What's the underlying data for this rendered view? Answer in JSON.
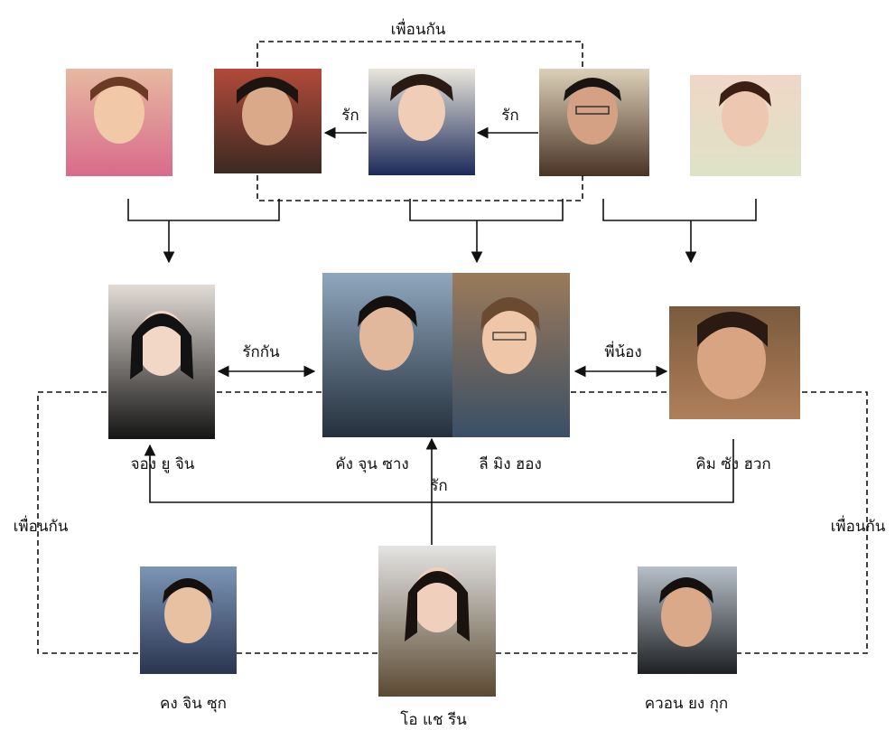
{
  "people": {
    "jeong_yu_jin": "จอง ยู จิน",
    "kang_jun_sang": "คัง จุน ซาง",
    "lee_min_hyeong": "ลี มิง ฮอง",
    "kim_sang_hyeok": "คิม ซัง ฮวก",
    "kong_jin_suk": "คง จิน ซุก",
    "oh_chae_rin": "โอ แช รีน",
    "kwon_yong_guk": "ควอน  ยง กุก"
  },
  "relations": {
    "friends_top": "เพื่อนกัน",
    "love_1": "รัก",
    "love_2": "รัก",
    "mutual_love": "รักกัน",
    "siblings": "พี่น้อง",
    "love_bottom": "รัก",
    "friends_left": "เพื่อนกัน",
    "friends_right": "เพื่อนกัน"
  },
  "colors": {
    "line": "#111111",
    "photo_warm": "#c98a6a",
    "photo_cool": "#6a7c92"
  }
}
